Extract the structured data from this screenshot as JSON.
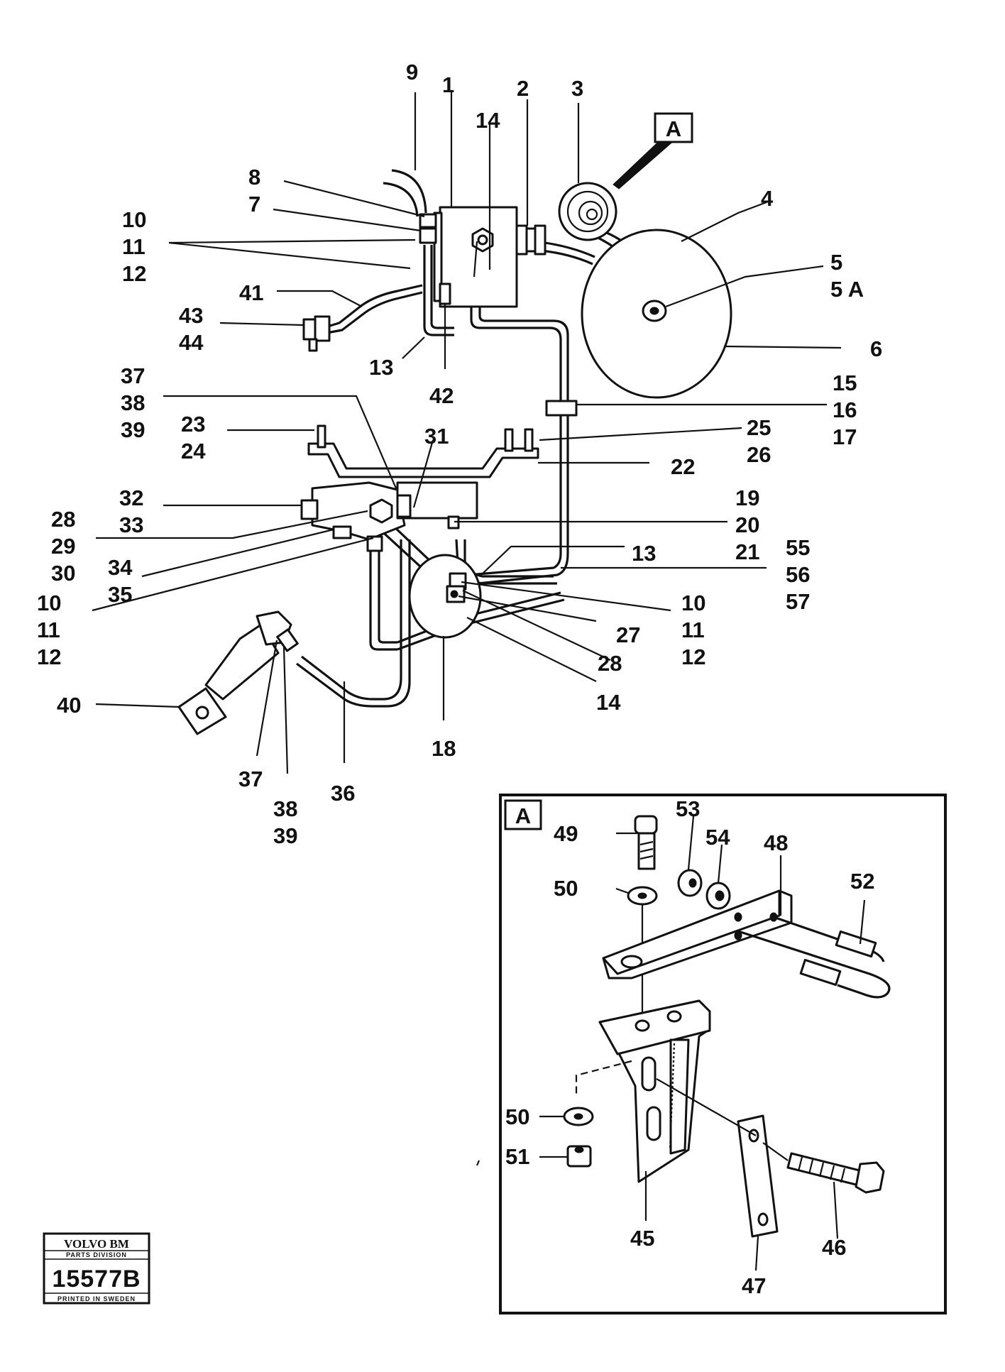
{
  "callouts": {
    "c1": "1",
    "c2": "2",
    "c3": "3",
    "c4": "4",
    "c5": "5",
    "c5a": "5 A",
    "c6": "6",
    "c7": "7",
    "c8": "8",
    "c9": "9",
    "c10a": "10",
    "c11a": "11",
    "c12a": "12",
    "c13a": "13",
    "c14a": "14",
    "c15": "15",
    "c16": "16",
    "c17": "17",
    "c41": "41",
    "c42": "42",
    "c43": "43",
    "c44": "44",
    "c37a": "37",
    "c38a": "38",
    "c39a": "39",
    "c23": "23",
    "c24": "24",
    "c31": "31",
    "c25": "25",
    "c26": "26",
    "c22": "22",
    "c32": "32",
    "c33": "33",
    "c19": "19",
    "c20": "20",
    "c21": "21",
    "c28a": "28",
    "c29": "29",
    "c30": "30",
    "c34": "34",
    "c35": "35",
    "c13b": "13",
    "c55": "55",
    "c56": "56",
    "c57": "57",
    "c10b": "10",
    "c11b": "11",
    "c12b": "12",
    "c10c": "10",
    "c11c": "11",
    "c12c": "12",
    "c27": "27",
    "c28b": "28",
    "c14b": "14",
    "c40": "40",
    "c18": "18",
    "c37b": "37",
    "c38b": "38",
    "c39b": "39",
    "c36": "36"
  },
  "detail_a": {
    "tag_top": "A",
    "tag_box": "A",
    "c45": "45",
    "c46": "46",
    "c47": "47",
    "c48": "48",
    "c49": "49",
    "c50a": "50",
    "c50b": "50",
    "c51": "51",
    "c52": "52",
    "c53": "53",
    "c54": "54"
  },
  "stamp": {
    "brand": "VOLVO BM",
    "division": "PARTS DIVISION",
    "number": "15577B",
    "printed": "PRINTED IN SWEDEN"
  }
}
